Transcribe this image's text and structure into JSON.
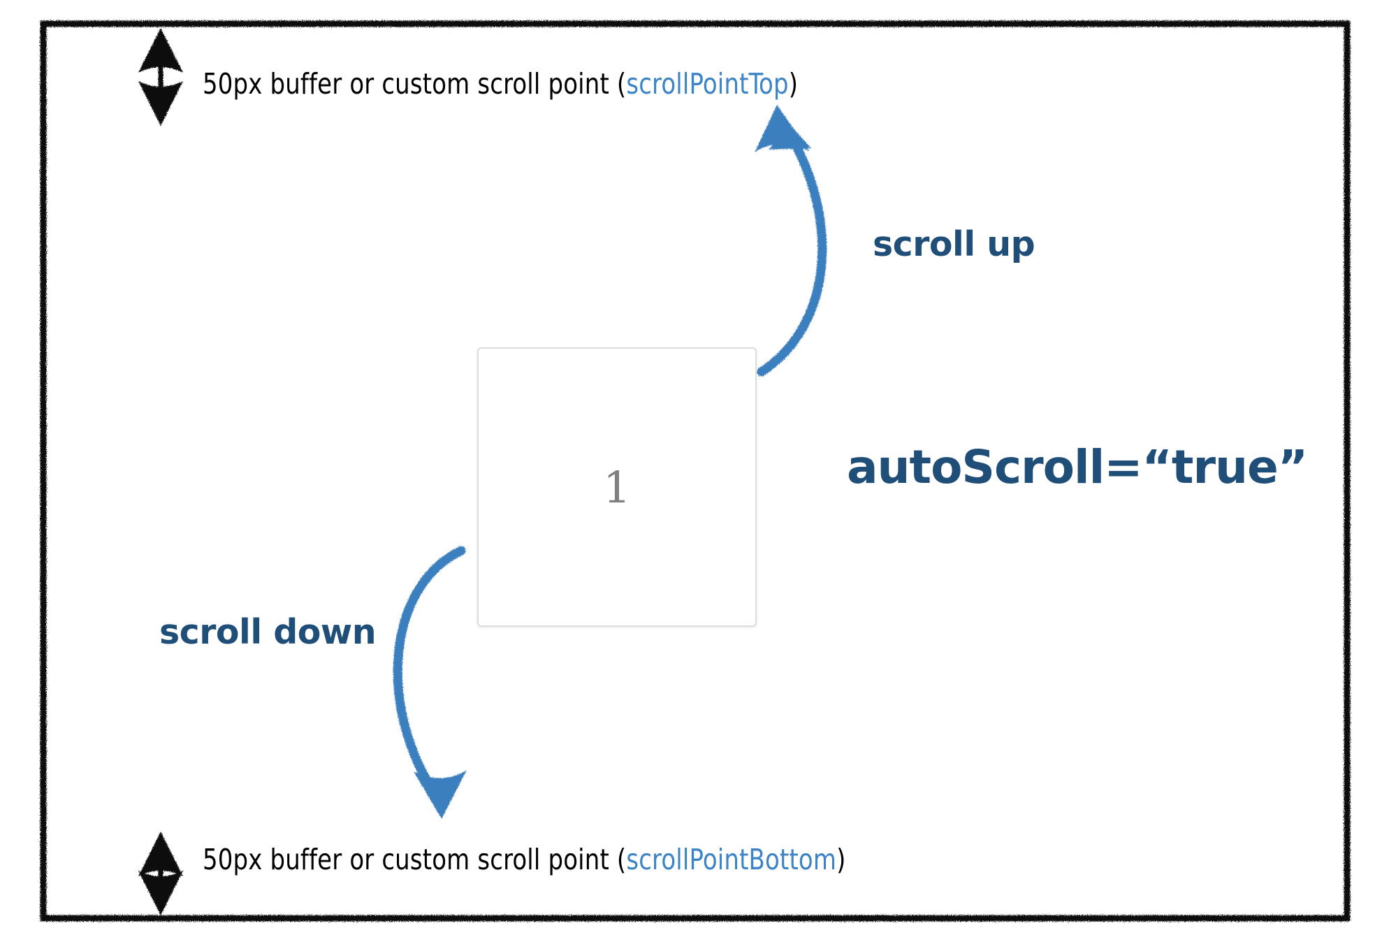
{
  "diagram": {
    "title_concept": "autoScroll buffer zones",
    "colors": {
      "frame_black": "#111111",
      "rule_blue": "#4A9BE8",
      "arrow_blue": "#3B7FBF",
      "label_navy": "#1F4E79",
      "code_blue": "#3D84C6",
      "card_border": "#DDDDDD",
      "card_text": "#808080"
    },
    "top_caption": {
      "text_plain": "50px buffer or custom scroll point (",
      "code": "scrollPointTop",
      "close": ")"
    },
    "bottom_caption": {
      "text_plain": "50px buffer or custom scroll point (",
      "code": "scrollPointBottom",
      "close": ")"
    },
    "labels": {
      "scroll_up": "scroll up",
      "scroll_down": "scroll down",
      "auto_scroll": "autoScroll=“true”"
    },
    "card": {
      "number": "1"
    },
    "icons": {
      "top_dimension": "double-headed-vertical-arrow-icon",
      "bottom_dimension": "double-headed-vertical-arrow-icon",
      "scroll_up_arrow": "curved-arrow-up-icon",
      "scroll_down_arrow": "curved-arrow-down-icon"
    }
  }
}
